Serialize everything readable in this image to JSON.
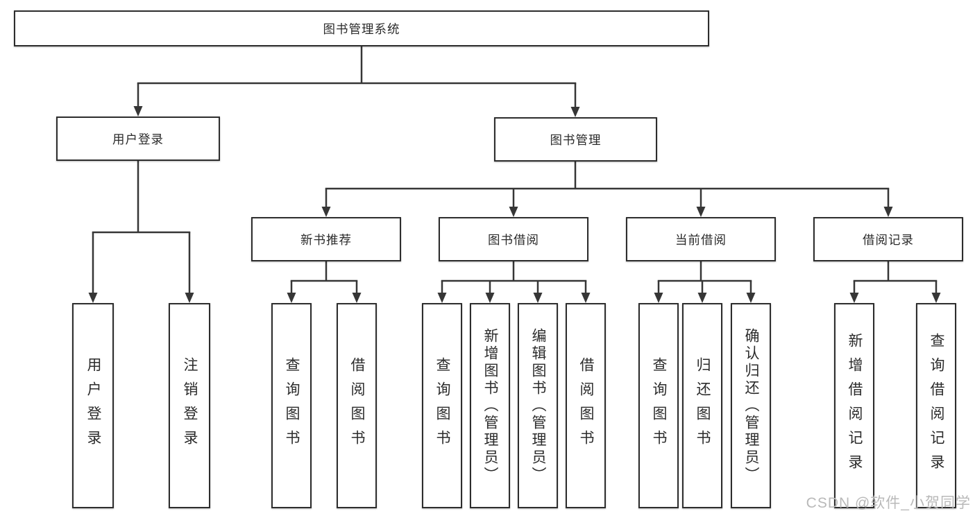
{
  "tree": {
    "label": "图书管理系统",
    "children": [
      {
        "label": "用户登录",
        "children": [
          {
            "label": "用户登录"
          },
          {
            "label": "注销登录"
          }
        ]
      },
      {
        "label": "图书管理",
        "children": [
          {
            "label": "新书推荐",
            "children": [
              {
                "label": "查询图书"
              },
              {
                "label": "借阅图书"
              }
            ]
          },
          {
            "label": "图书借阅",
            "children": [
              {
                "label": "查询图书"
              },
              {
                "label": "新增图书（管理员）"
              },
              {
                "label": "编辑图书（管理员）"
              },
              {
                "label": "借阅图书"
              }
            ]
          },
          {
            "label": "当前借阅",
            "children": [
              {
                "label": "查询图书"
              },
              {
                "label": "归还图书"
              },
              {
                "label": "确认归还（管理员）"
              }
            ]
          },
          {
            "label": "借阅记录",
            "children": [
              {
                "label": "新增借阅记录"
              },
              {
                "label": "查询借阅记录"
              }
            ]
          }
        ]
      }
    ]
  },
  "watermark": "CSDN @软件_小贺同学",
  "colors": {
    "line": "#363636",
    "border": "#2d2d2d",
    "text": "#2b2b2b",
    "watermark_text": "#b9b9b9",
    "background": "#ffffff"
  }
}
